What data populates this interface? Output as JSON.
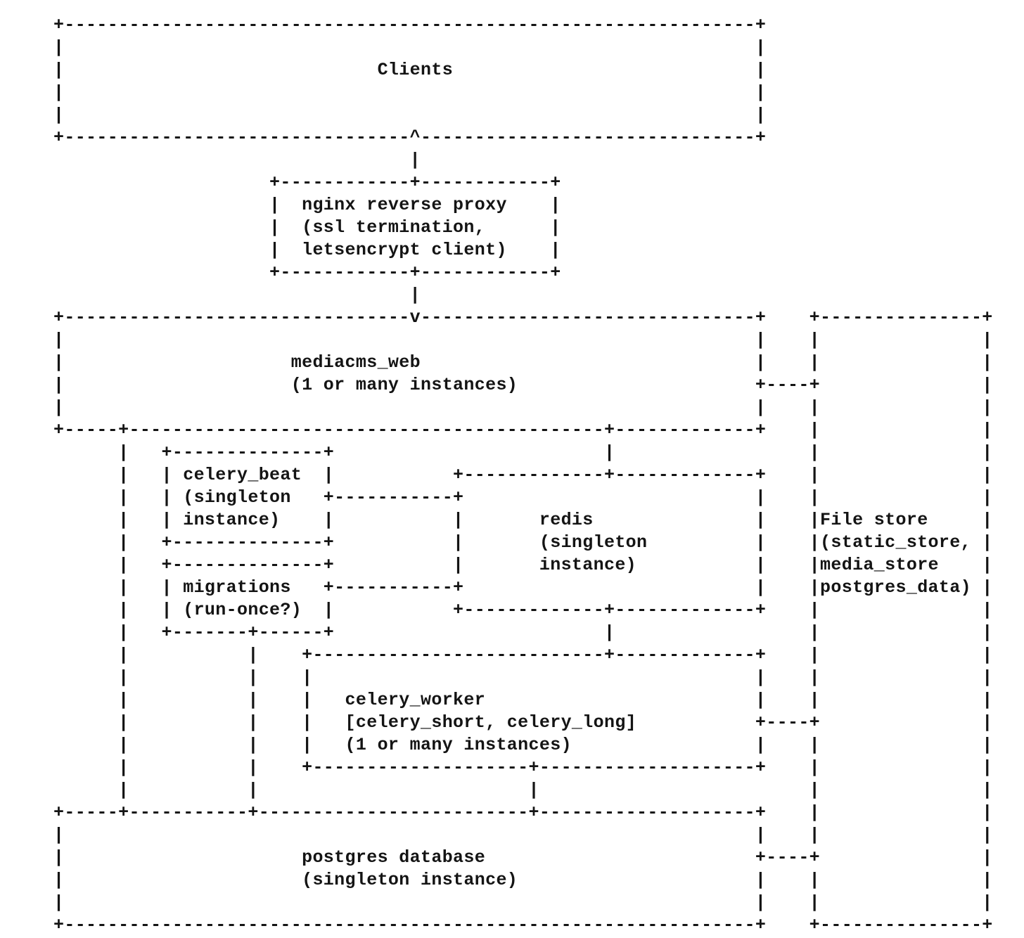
{
  "page": {
    "background": "#ffffff",
    "text_color": "#141414"
  },
  "diagram": {
    "kind": "ascii-architecture-diagram",
    "grid": {
      "cols": 87,
      "rows": 41
    },
    "boxes": [
      {
        "id": "clients",
        "col": 0,
        "row": 0,
        "width": 66,
        "height": 6
      },
      {
        "id": "nginx",
        "col": 20,
        "row": 7,
        "width": 27,
        "height": 5
      },
      {
        "id": "mediacms-web",
        "col": 0,
        "row": 13,
        "width": 66,
        "height": 6
      },
      {
        "id": "file-store",
        "col": 70,
        "row": 13,
        "width": 17,
        "height": 28
      },
      {
        "id": "celery-beat",
        "col": 10,
        "row": 19,
        "width": 16,
        "height": 5
      },
      {
        "id": "redis",
        "col": 37,
        "row": 20,
        "width": 29,
        "height": 7
      },
      {
        "id": "migrations",
        "col": 10,
        "row": 24,
        "width": 16,
        "height": 4
      },
      {
        "id": "celery-worker",
        "col": 23,
        "row": 28,
        "width": 43,
        "height": 6
      },
      {
        "id": "postgres",
        "col": 0,
        "row": 35,
        "width": 66,
        "height": 6
      }
    ],
    "verticals": [
      {
        "col": 33,
        "from": 5,
        "to": 7
      },
      {
        "col": 33,
        "from": 11,
        "to": 13
      },
      {
        "col": 6,
        "from": 18,
        "to": 35
      },
      {
        "col": 51,
        "from": 18,
        "to": 20
      },
      {
        "col": 51,
        "from": 26,
        "to": 28
      },
      {
        "col": 18,
        "from": 27,
        "to": 35
      },
      {
        "col": 44,
        "from": 33,
        "to": 35
      }
    ],
    "horizontals": [
      {
        "row": 16,
        "from": 65,
        "to": 70
      },
      {
        "row": 21,
        "from": 25,
        "to": 37
      },
      {
        "row": 25,
        "from": 25,
        "to": 37
      },
      {
        "row": 31,
        "from": 65,
        "to": 70
      },
      {
        "row": 37,
        "from": 65,
        "to": 70
      }
    ],
    "markers": [
      {
        "char": "^",
        "col": 33,
        "row": 5
      },
      {
        "char": "v",
        "col": 33,
        "row": 13
      }
    ],
    "labels": [
      {
        "text": "Clients",
        "col": 30,
        "row": 2
      },
      {
        "text": "nginx reverse proxy",
        "col": 23,
        "row": 8
      },
      {
        "text": "(ssl termination,",
        "col": 23,
        "row": 9
      },
      {
        "text": "letsencrypt client)",
        "col": 23,
        "row": 10
      },
      {
        "text": "mediacms_web",
        "col": 22,
        "row": 15
      },
      {
        "text": "(1 or many instances)",
        "col": 22,
        "row": 16
      },
      {
        "text": "celery_beat",
        "col": 12,
        "row": 20
      },
      {
        "text": "(singleton",
        "col": 12,
        "row": 21
      },
      {
        "text": "instance)",
        "col": 12,
        "row": 22
      },
      {
        "text": "redis",
        "col": 45,
        "row": 22
      },
      {
        "text": "(singleton",
        "col": 45,
        "row": 23
      },
      {
        "text": "instance)",
        "col": 45,
        "row": 24
      },
      {
        "text": "migrations",
        "col": 12,
        "row": 25
      },
      {
        "text": "(run-once?)",
        "col": 12,
        "row": 26
      },
      {
        "text": "celery_worker",
        "col": 27,
        "row": 30
      },
      {
        "text": "[celery_short, celery_long]",
        "col": 27,
        "row": 31
      },
      {
        "text": "(1 or many instances)",
        "col": 27,
        "row": 32
      },
      {
        "text": "postgres database",
        "col": 23,
        "row": 37
      },
      {
        "text": "(singleton instance)",
        "col": 23,
        "row": 38
      },
      {
        "text": "File store",
        "col": 71,
        "row": 22
      },
      {
        "text": "(static_store,",
        "col": 71,
        "row": 23
      },
      {
        "text": "media_store",
        "col": 71,
        "row": 24
      },
      {
        "text": "postgres_data)",
        "col": 71,
        "row": 25
      }
    ]
  }
}
